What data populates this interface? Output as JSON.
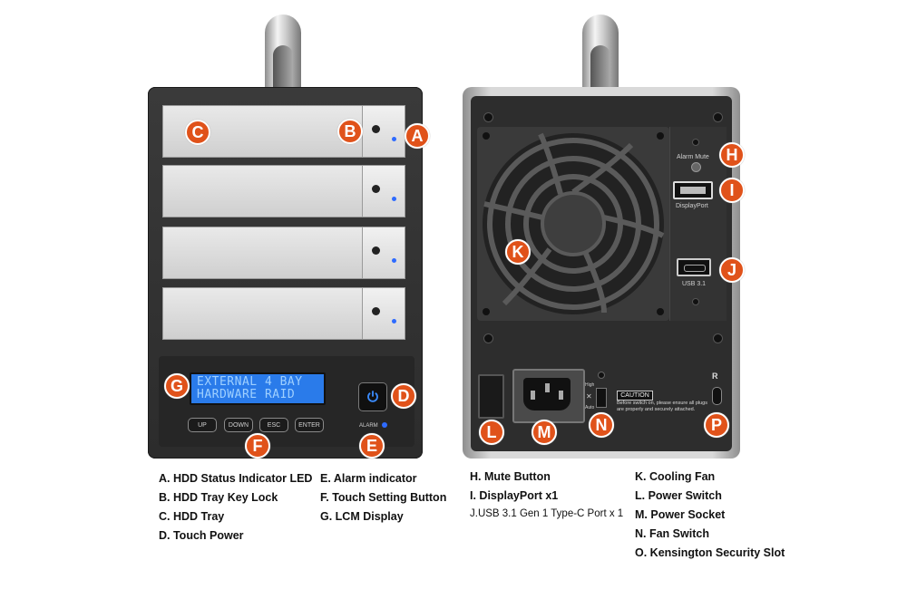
{
  "lcd": {
    "line1": "EXTERNAL 4 BAY",
    "line2": "HARDWARE RAID"
  },
  "touch_buttons": [
    "UP",
    "DOWN",
    "ESC",
    "ENTER"
  ],
  "alarm_label": "ALARM",
  "back_labels": {
    "alarm_mute": "Alarm Mute",
    "displayport": "DisplayPort",
    "usb": "USB 3.1",
    "fan_high": "High",
    "fan_auto": "Auto",
    "caution": "CAUTION",
    "caution_text": "Before switch on, please ensure all plugs are properly and securely attached.",
    "kensington_mark": "R"
  },
  "callouts": {
    "A": "A",
    "B": "B",
    "C": "C",
    "D": "D",
    "E": "E",
    "F": "F",
    "G": "G",
    "H": "H",
    "I": "I",
    "J": "J",
    "K": "K",
    "L": "L",
    "M": "M",
    "N": "N",
    "P": "P"
  },
  "legend": {
    "col1": [
      "A. HDD Status Indicator LED",
      "B. HDD Tray Key Lock",
      "C. HDD Tray",
      "D. Touch Power"
    ],
    "col2": [
      "E. Alarm indicator",
      "F. Touch Setting Button",
      "G. LCM Display"
    ],
    "col3": [
      "H. Mute Button",
      "I. DisplayPort x1",
      "J.USB 3.1 Gen 1 Type-C Port x 1"
    ],
    "col4": [
      "K. Cooling Fan",
      "L. Power Switch",
      "M. Power Socket",
      "N. Fan Switch",
      "O. Kensington Security Slot"
    ]
  },
  "colors": {
    "badge": "#e0521a",
    "lcd": "#2a7bea",
    "led": "#2e6bff"
  }
}
